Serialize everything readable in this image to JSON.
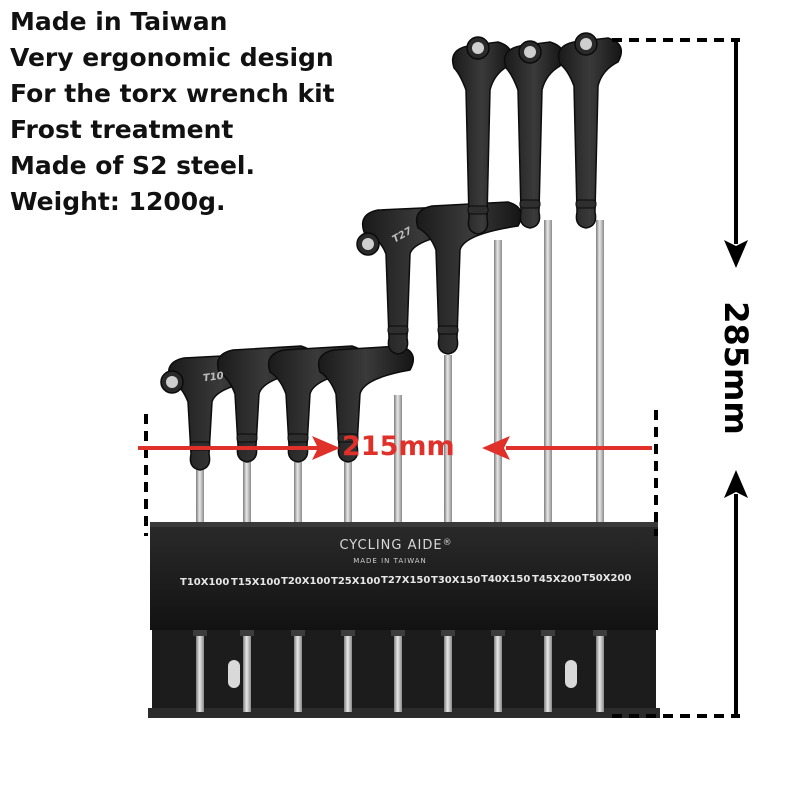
{
  "specs": [
    "Made in Taiwan",
    "Very ergonomic design",
    "For the torx wrench kit",
    "Frost treatment",
    "Made of S2 steel.",
    "Weight: 1200g."
  ],
  "dimensions": {
    "width_label": "215mm",
    "height_label": "285mm"
  },
  "holder": {
    "brand": "CYCLING AIDE",
    "registered_mark": "®",
    "made_in": "MADE IN TAIWAN",
    "sizes": [
      "T10X100",
      "T15X100",
      "T20X100",
      "T25X100",
      "T27X150",
      "T30X150",
      "T40X150",
      "T45X200",
      "T50X200"
    ]
  },
  "handle_tags": [
    "T10",
    "T27"
  ],
  "colors": {
    "text": "#111111",
    "arrow_red": "#e0302a",
    "dimension_black": "#000000",
    "holder": "#1d1d1d",
    "handle": "#242424",
    "steel": "#bcbcbc"
  }
}
